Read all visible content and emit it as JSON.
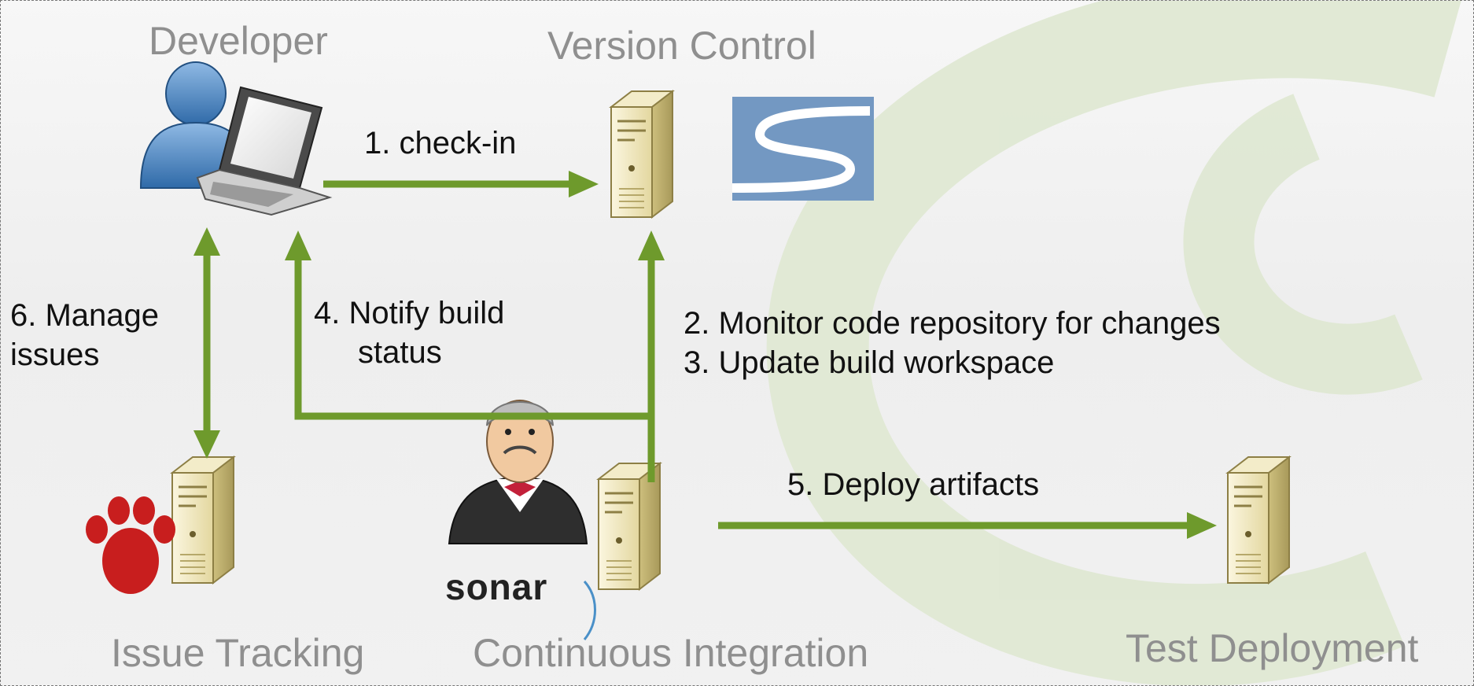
{
  "nodes": {
    "developer": "Developer",
    "version_control": "Version Control",
    "issue_tracking": "Issue Tracking",
    "continuous_integration": "Continuous Integration",
    "test_deployment": "Test Deployment"
  },
  "steps": {
    "check_in": "1. check-in",
    "monitor_line1": "2. Monitor code repository for changes",
    "monitor_line2": "3. Update build workspace",
    "notify_line1": "4. Notify build",
    "notify_line2": "status",
    "deploy": "5. Deploy artifacts",
    "manage_line1": "6. Manage",
    "manage_line2": "issues"
  },
  "logos": {
    "sonar": "sonar"
  },
  "colors": {
    "arrow": "#6e9a2c",
    "node_title": "#8f8f8f",
    "step_text": "#111111",
    "watermark": "#dde6cf",
    "server_body": "#e9dfae",
    "subversion_blue": "#5a86b7",
    "paw_red": "#c81e1e"
  },
  "icons": [
    "user-icon",
    "laptop-icon",
    "server-icon",
    "subversion-logo",
    "paw-icon",
    "jenkins-butler-icon",
    "sonar-logo"
  ]
}
